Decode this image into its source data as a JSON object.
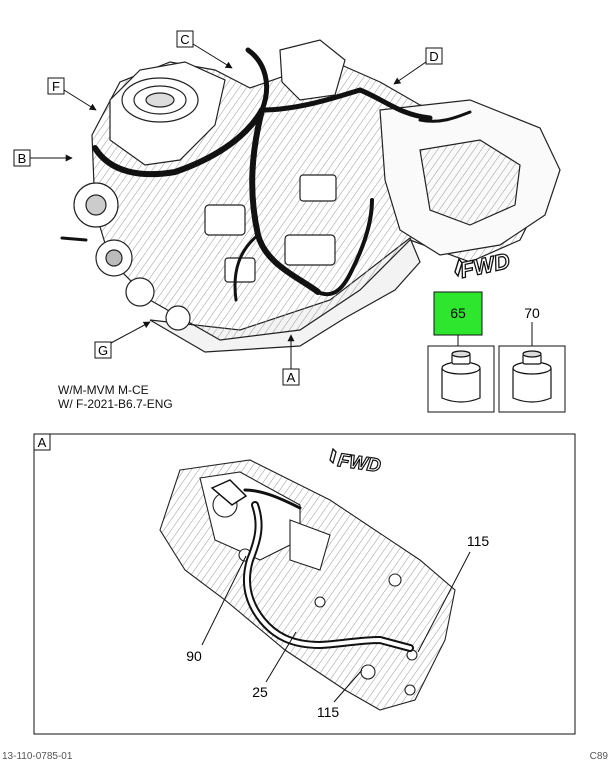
{
  "colors": {
    "line": "#111111",
    "highlight": "#2ee62e",
    "background": "#ffffff"
  },
  "callouts": {
    "A": "A",
    "B": "B",
    "C": "C",
    "D": "D",
    "F": "F",
    "G": "G"
  },
  "fwd_label": "FWD",
  "parts": {
    "part65": "65",
    "part70": "70"
  },
  "notes": {
    "line1": "W/M-MVM M-CE",
    "line2": "W/ F-2021-B6.7-ENG"
  },
  "detail": {
    "label": "A",
    "fwd_label": "FWD",
    "callouts": {
      "c115_top": "115",
      "c90": "90",
      "c25": "25",
      "c115_bottom": "115"
    }
  },
  "footer": {
    "left": "13-110-0785-01",
    "right": "C89"
  },
  "icons": [
    "engine-illustration",
    "transmission-illustration",
    "container-icon",
    "wire-harness-illustration"
  ]
}
